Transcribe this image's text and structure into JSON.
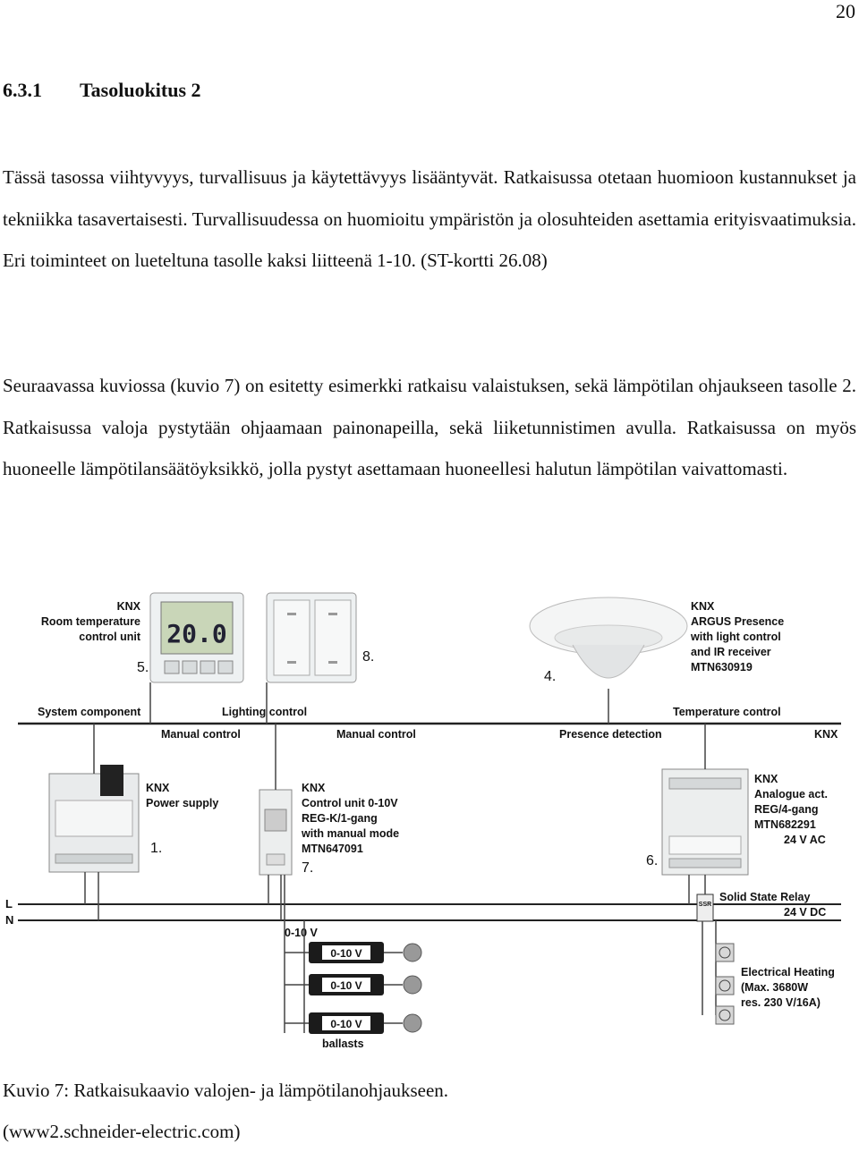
{
  "page_number": "20",
  "section": {
    "number": "6.3.1",
    "title": "Tasoluokitus 2"
  },
  "paragraphs": [
    "Tässä tasossa viihtyvyys, turvallisuus ja käytettävyys lisääntyvät. Ratkaisussa otetaan huomioon kustannukset ja tekniikka tasavertaisesti. Turvallisuudessa on huomioitu ympäristön ja olosuhteiden asettamia erityisvaatimuksia. Eri toiminteet on lueteltuna tasolle kaksi liitteenä 1-10. (ST-kortti 26.08)",
    "Seuraavassa kuviossa (kuvio 7) on esitetty esimerkki ratkaisu valaistuksen, sekä lämpötilan ohjaukseen tasolle 2. Ratkaisussa valoja pystytään ohjaamaan painonapeilla, sekä liiketunnistimen avulla. Ratkaisussa on myös huoneelle lämpötilansäätöyksikkö, jolla pystyt asettamaan huoneellesi halutun lämpötilan vaivattomasti."
  ],
  "figure": {
    "room_unit": {
      "lines": [
        "KNX",
        "Room temperature",
        "control unit"
      ],
      "num": "5.",
      "display": "20.0"
    },
    "push_buttons": {
      "num": "8."
    },
    "presence": {
      "lines": [
        "KNX",
        "ARGUS Presence",
        "with light control",
        "and IR receiver",
        "MTN630919"
      ],
      "num": "4."
    },
    "bus_labels": [
      "System component",
      "Lighting control",
      "Temperature control"
    ],
    "control_labels": [
      "Manual control",
      "Manual control",
      "Presence detection",
      "KNX"
    ],
    "power_supply": {
      "lines": [
        "KNX",
        "Power supply"
      ],
      "num": "1."
    },
    "control_unit": {
      "lines": [
        "KNX",
        "Control unit 0-10V",
        "REG-K/1-gang",
        "with manual mode",
        "MTN647091"
      ],
      "num": "7."
    },
    "analogue": {
      "lines": [
        "KNX",
        "Analogue act.",
        "REG/4-gang",
        "MTN682291"
      ],
      "voltage": "24 V AC",
      "num": "6."
    },
    "relay": {
      "lines": [
        "Solid State Relay",
        "24 V DC"
      ],
      "tag": "SSR"
    },
    "heating": {
      "lines": [
        "Electrical Heating",
        "(Max. 3680W",
        "res. 230 V/16A)"
      ]
    },
    "mains": [
      "L",
      "N"
    ],
    "signal_label": "0-10 V",
    "ballast_labels": [
      "0-10 V",
      "0-10 V",
      "0-10 V"
    ],
    "ballasts_label": "ballasts"
  },
  "caption": [
    "Kuvio 7: Ratkaisukaavio valojen- ja lämpötilanohjaukseen.",
    "(www2.schneider-electric.com)"
  ]
}
